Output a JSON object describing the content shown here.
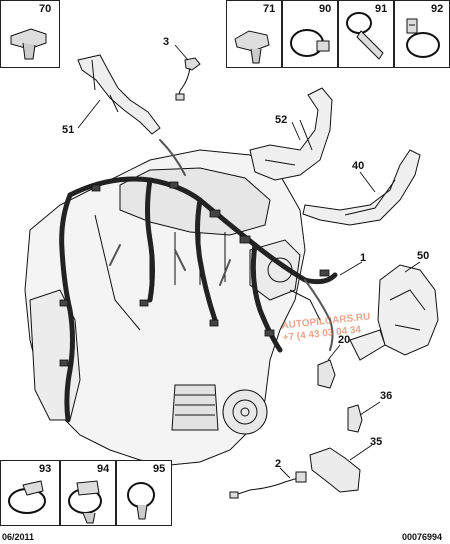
{
  "boxes": {
    "b70": "70",
    "b71": "71",
    "b90": "90",
    "b91": "91",
    "b92": "92",
    "b93": "93",
    "b94": "94",
    "b95": "95"
  },
  "callouts": {
    "c3": "3",
    "c51": "51",
    "c52": "52",
    "c40": "40",
    "c1": "1",
    "c50": "50",
    "c20": "20",
    "c36": "36",
    "c35": "35",
    "c2": "2"
  },
  "watermark": {
    "line1": "AUTOPILCARS.RU",
    "line2": "+7 (4 43 03 04 34"
  },
  "footer": {
    "date": "06/2011",
    "ref": "00076994"
  },
  "colors": {
    "line": "#111111",
    "fill_light": "#f2f2f2",
    "fill_mid": "#d9d9d9",
    "watermark": "#d95a2b"
  }
}
